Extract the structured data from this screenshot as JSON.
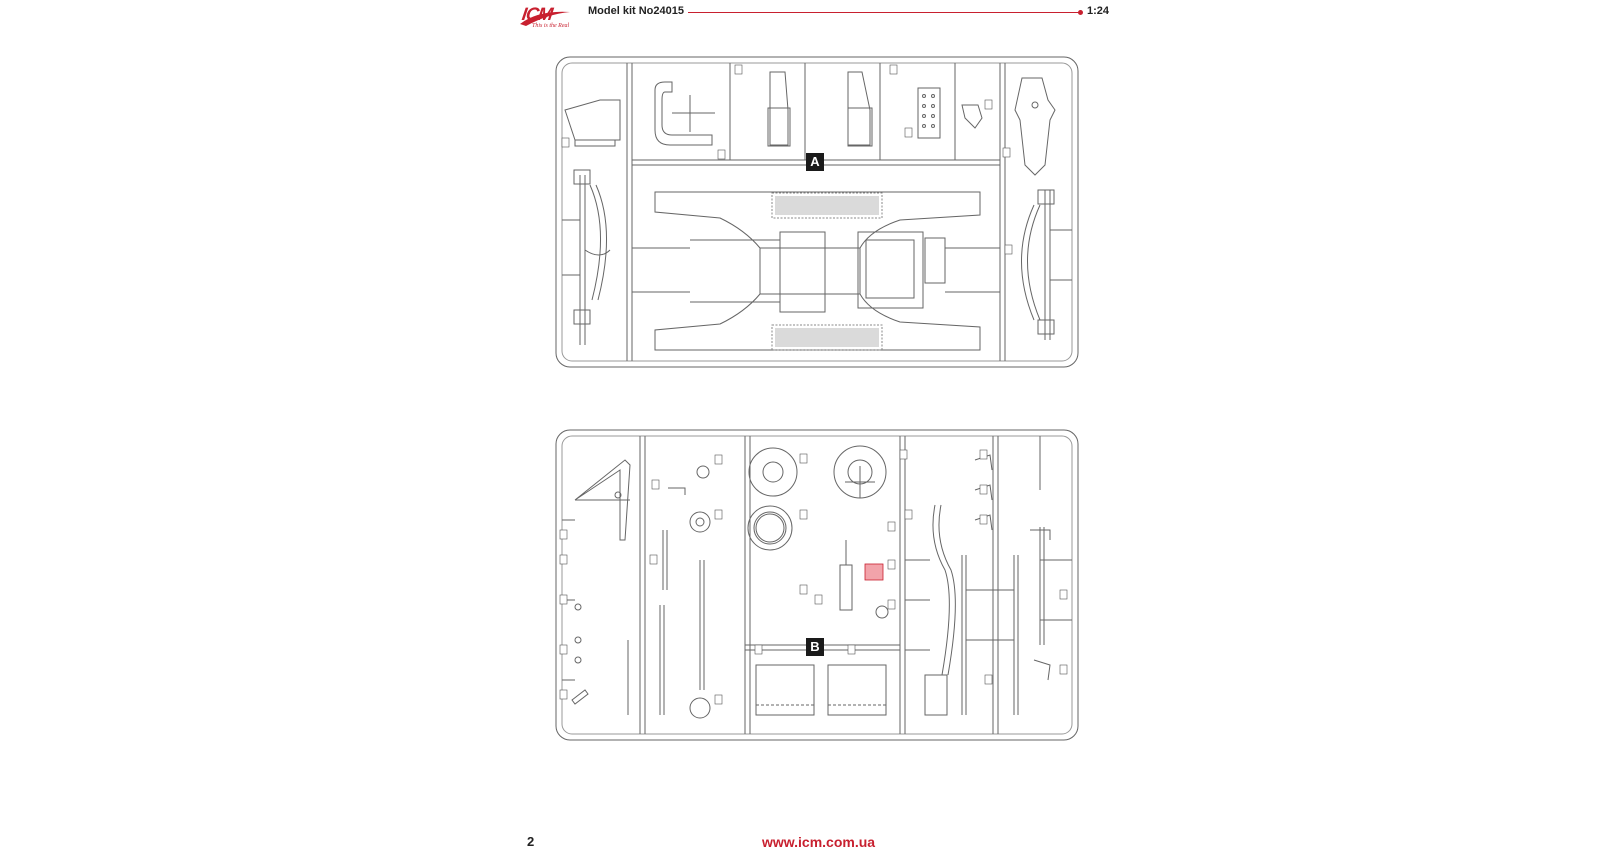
{
  "header": {
    "brand": "ICM",
    "tagline": "This is the Real",
    "kit_title": "Model kit No24015",
    "scale": "1:24"
  },
  "sprues": {
    "a_label": "A",
    "b_label": "B"
  },
  "footer": {
    "page_number": "2",
    "website": "www.icm.com.ua"
  },
  "colors": {
    "brand_red": "#c8202f",
    "line": "#555555",
    "highlight": "#f2a3aa"
  }
}
